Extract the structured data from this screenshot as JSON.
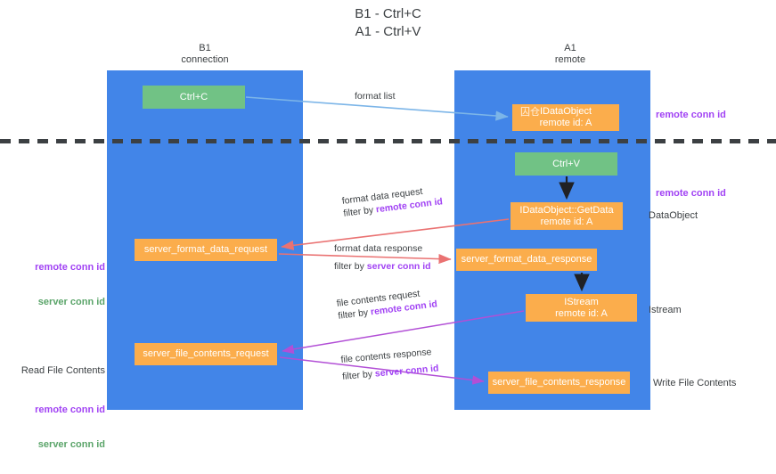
{
  "title": "B1 - Ctrl+C\nA1 - Ctrl+V",
  "lanes": {
    "left": {
      "name": "B1",
      "role": "connection",
      "header": "B1\nconnection",
      "color": "#4285e8"
    },
    "right": {
      "name": "A1",
      "role": "remote",
      "header": "A1\nremote",
      "color": "#4285e8"
    }
  },
  "colors": {
    "lane": "#4285e8",
    "green_box": "#71c285",
    "orange_box": "#fbad4c",
    "purple_text": "#a142f4",
    "green_text": "#5aa469",
    "red_arrow": "#ea7272",
    "purple_arrow": "#b24fd6",
    "blue_arrow": "#7cb5e8",
    "black_arrow": "#202124",
    "dash_separator": "#3c4043"
  },
  "nodes": {
    "ctrl_c": {
      "label": "Ctrl+C",
      "lane": "left",
      "style": "green"
    },
    "ctrl_v": {
      "label": "Ctrl+V",
      "lane": "right",
      "style": "green"
    },
    "idataobject": {
      "label": "IDataObject\nremote id: A",
      "overlap_glyph": "囚仓",
      "lane": "right",
      "style": "orange"
    },
    "getdata": {
      "label": "IDataObject::GetData\nremote id: A",
      "lane": "right",
      "style": "orange"
    },
    "server_format_data_request": {
      "label": "server_format_data_request",
      "lane": "left",
      "style": "orange"
    },
    "server_format_data_response": {
      "label": "server_format_data_response",
      "lane": "right",
      "style": "orange"
    },
    "istream": {
      "label": "IStream\nremote id: A",
      "lane": "right",
      "style": "orange"
    },
    "server_file_contents_request": {
      "label": "server_file_contents_request",
      "lane": "left",
      "style": "orange"
    },
    "server_file_contents_response": {
      "label": "server_file_contents_response",
      "lane": "right",
      "style": "orange"
    }
  },
  "edges": [
    {
      "id": "format-list",
      "line1_plain": "format list",
      "line2_plain": "",
      "line2_accent": "",
      "color": "#7cb5e8"
    },
    {
      "id": "format-data-request",
      "line1_plain": "format data request",
      "line2_plain": "filter by ",
      "line2_accent": "remote conn id",
      "color": "#ea7272"
    },
    {
      "id": "format-data-response",
      "line1_plain": "format data response",
      "line2_plain": "filter by ",
      "line2_accent": "server conn id",
      "color": "#ea7272"
    },
    {
      "id": "file-contents-request",
      "line1_plain": "file contents request",
      "line2_plain": "filter by ",
      "line2_accent": "remote conn id",
      "color": "#b24fd6"
    },
    {
      "id": "file-contents-response",
      "line1_plain": "file contents response",
      "line2_plain": "filter by ",
      "line2_accent": "server conn id",
      "color": "#b24fd6"
    }
  ],
  "annotations": {
    "right": [
      {
        "id": "remote-conn-id-top",
        "text": "remote conn id",
        "style": "purple"
      },
      {
        "id": "remote-conn-id-mid",
        "text": "remote conn id",
        "style": "purple"
      },
      {
        "id": "dataobject",
        "text": "DataObject",
        "style": "plain"
      },
      {
        "id": "istream",
        "text": "Istream",
        "style": "plain"
      },
      {
        "id": "write-file-contents",
        "text": "Write File Contents",
        "style": "plain"
      }
    ],
    "left": [
      {
        "id": "conn-ids-upper",
        "remote": "remote conn id",
        "server": "server conn id"
      },
      {
        "id": "read-file-contents",
        "heading": "Read File Contents",
        "remote": "remote conn id",
        "server": "server conn id"
      }
    ]
  }
}
